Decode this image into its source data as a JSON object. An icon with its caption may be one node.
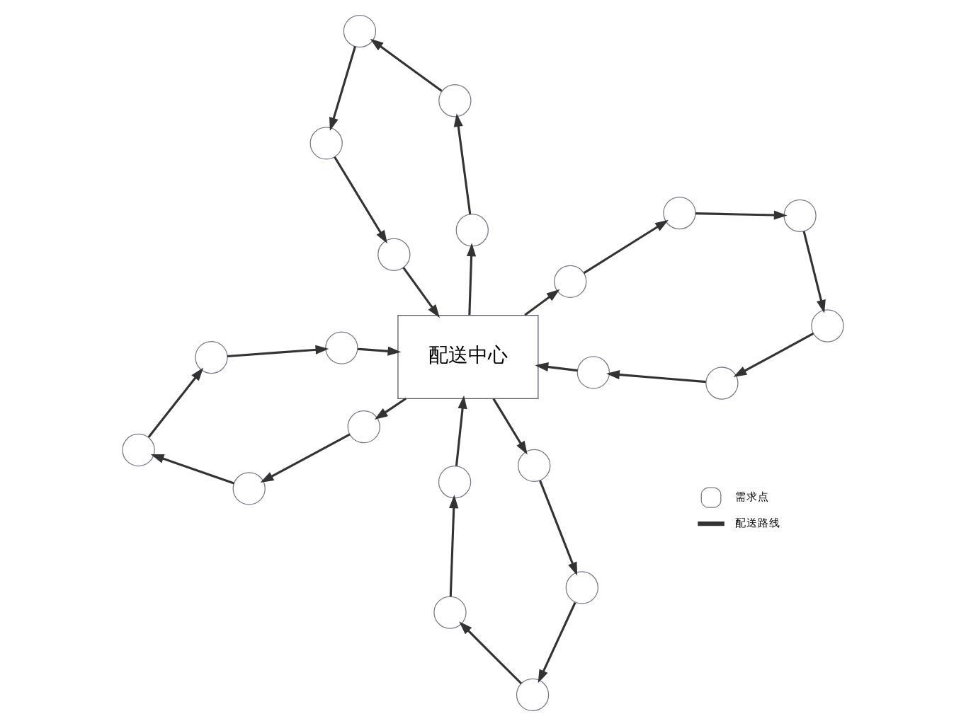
{
  "diagram": {
    "nodes": [
      {
        "text": [],
        "shape": "circle"
      },
      {
        "text": [],
        "shape": "circle"
      },
      {
        "text": [],
        "shape": "circle"
      },
      {
        "text": [],
        "shape": "circle"
      },
      {
        "text": [],
        "shape": "circle"
      },
      {
        "text": [],
        "shape": "circle"
      },
      {
        "text": [],
        "shape": "circle"
      },
      {
        "text": [],
        "shape": "circle"
      },
      {
        "text": [],
        "shape": "circle"
      },
      {
        "text": [],
        "shape": "circle"
      },
      {
        "text": [],
        "shape": "circle"
      },
      {
        "text": [
          "配送中心"
        ]
      },
      {
        "text": [],
        "shape": "circle"
      },
      {
        "text": [],
        "shape": "circle"
      },
      {
        "text": [],
        "shape": "circle"
      },
      {
        "text": [],
        "shape": "circle"
      },
      {
        "text": [],
        "shape": "circle"
      },
      {
        "text": [],
        "shape": "circle"
      },
      {
        "text": [],
        "shape": "circle"
      },
      {
        "text": [],
        "shape": "circle"
      },
      {
        "text": [],
        "shape": "circle"
      },
      {
        "text": [],
        "shape": "circle"
      }
    ],
    "edges": [
      {
        "from": 11,
        "to": 7,
        "arrow": "to"
      },
      {
        "from": 7,
        "to": 3,
        "arrow": "to"
      },
      {
        "from": 3,
        "to": 4,
        "arrow": "to"
      },
      {
        "from": 4,
        "to": 8,
        "arrow": "to"
      },
      {
        "from": 8,
        "to": 12,
        "arrow": "to"
      },
      {
        "from": 12,
        "to": 10,
        "arrow": "to"
      },
      {
        "from": 10,
        "to": 11,
        "arrow": "to"
      },
      {
        "from": 11,
        "to": 6,
        "arrow": "to"
      },
      {
        "from": 6,
        "to": 1,
        "arrow": "to"
      },
      {
        "from": 1,
        "to": 0,
        "arrow": "to"
      },
      {
        "from": 0,
        "to": 2,
        "arrow": "to"
      },
      {
        "from": 2,
        "to": 5,
        "arrow": "to"
      },
      {
        "from": 5,
        "to": 11,
        "arrow": "to"
      },
      {
        "from": 11,
        "to": 9,
        "arrow": "to"
      },
      {
        "from": 9,
        "to": 14,
        "arrow": "to"
      },
      {
        "from": 14,
        "to": 18,
        "arrow": "to"
      },
      {
        "from": 18,
        "to": 19,
        "arrow": "to"
      },
      {
        "from": 19,
        "to": 13,
        "arrow": "to"
      },
      {
        "from": 13,
        "to": 11,
        "arrow": "to"
      },
      {
        "from": 11,
        "to": 15,
        "arrow": "to"
      },
      {
        "from": 15,
        "to": 16,
        "arrow": "to"
      },
      {
        "from": 16,
        "to": 20,
        "arrow": "to"
      },
      {
        "from": 20,
        "to": 21,
        "arrow": "to"
      },
      {
        "from": 21,
        "to": 17,
        "arrow": "to"
      },
      {
        "from": 17,
        "to": 11,
        "arrow": "to"
      }
    ],
    "legend": [
      {
        "text": "需求点"
      },
      {
        "text": "配送路线"
      }
    ]
  }
}
